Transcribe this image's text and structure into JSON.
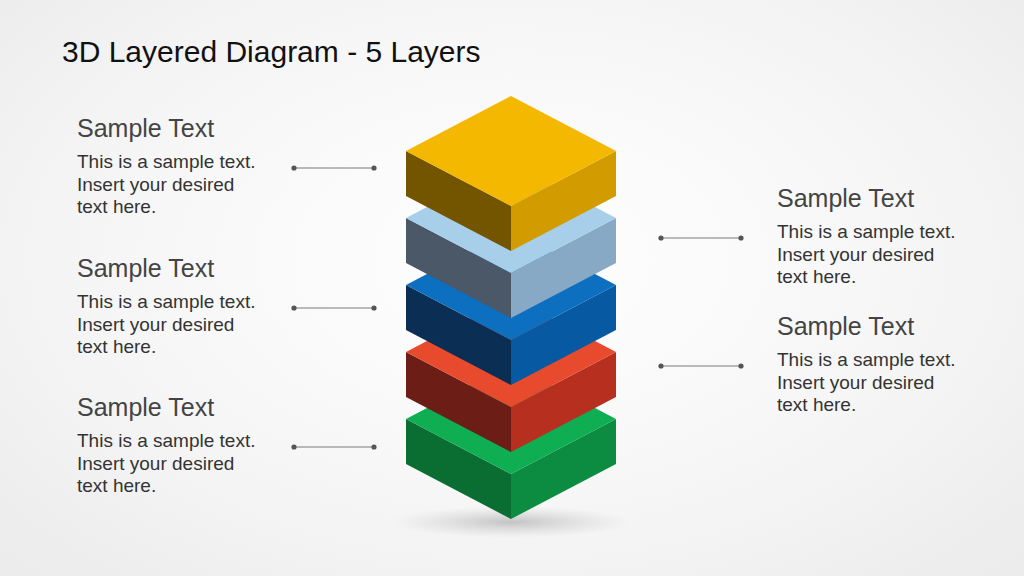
{
  "diagram": {
    "title": "3D Layered Diagram - 5 Layers",
    "labels": [
      "Sample Text",
      "This is a sample text. Insert your desired text here.",
      "Sample Text",
      "This is a sample text. Insert your desired text here.",
      "Sample Text",
      "This is a sample text. Insert your desired text here.",
      "Sample Text",
      "This is a sample text. Insert your desired text here.",
      "Sample Text",
      "This is a sample text. Insert your desired text here."
    ]
  }
}
